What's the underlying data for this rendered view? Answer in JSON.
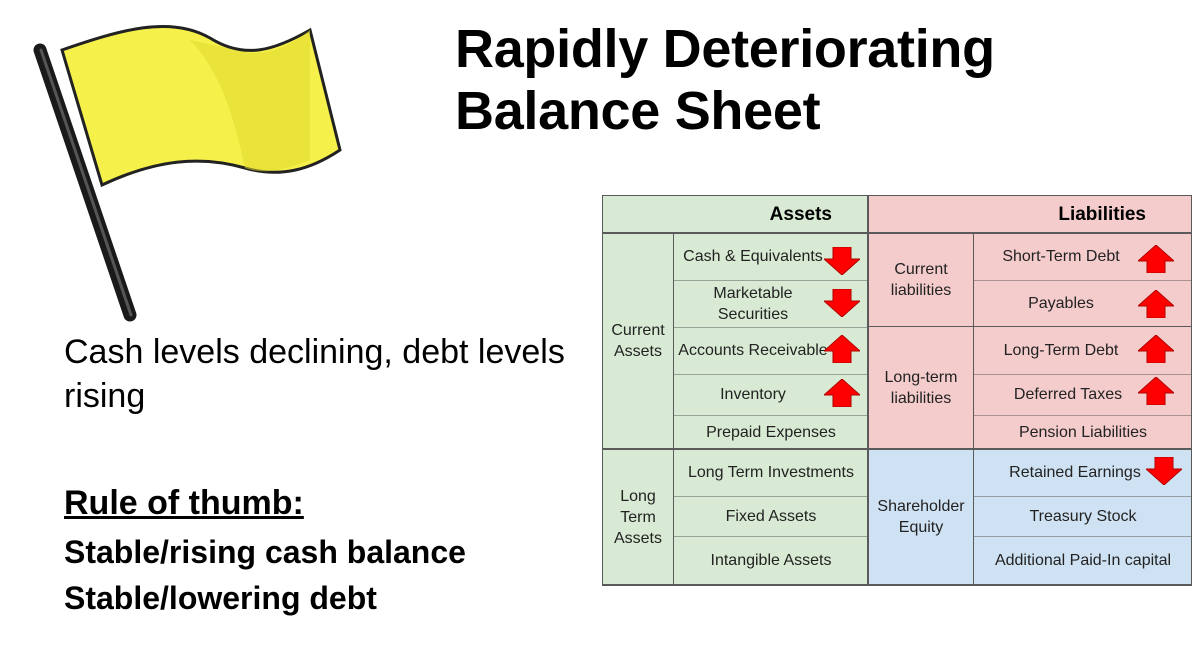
{
  "title_line1": "Rapidly Deteriorating",
  "title_line2": "Balance Sheet",
  "subtitle": "Cash levels declining, debt levels rising",
  "rule": {
    "heading": "Rule of thumb:",
    "line1": "Stable/rising cash balance",
    "line2": "Stable/lowering debt"
  },
  "icons": {
    "flag": "yellow-flag-icon",
    "up": "red-up-arrow-icon",
    "down": "red-down-arrow-icon"
  },
  "colors": {
    "assets_bg": "#d8ead3",
    "liabilities_bg": "#f4cccc",
    "equity_bg": "#cfe2f3",
    "arrow": "#ff0000",
    "flag": "#f5f04a"
  },
  "sheet": {
    "assets_header": "Assets",
    "liabilities_header": "Liabilities",
    "current_assets": "Current Assets",
    "long_term_assets": "Long Term Assets",
    "current_liabilities": "Current liabilities",
    "long_term_liabilities": "Long-term liabilities",
    "shareholder_equity": "Shareholder Equity",
    "cash": "Cash & Equivalents",
    "marketable": "Marketable Securities",
    "receivable": "Accounts Receivable",
    "inventory": "Inventory",
    "prepaid": "Prepaid Expenses",
    "lt_investments": "Long Term Investments",
    "fixed_assets": "Fixed Assets",
    "intangible": "Intangible Assets",
    "st_debt": "Short-Term Debt",
    "payables": "Payables",
    "lt_debt": "Long-Term Debt",
    "deferred_taxes": "Deferred Taxes",
    "pension": "Pension Liabilities",
    "retained": "Retained Earnings",
    "treasury": "Treasury Stock",
    "apic": "Additional Paid-In capital"
  }
}
